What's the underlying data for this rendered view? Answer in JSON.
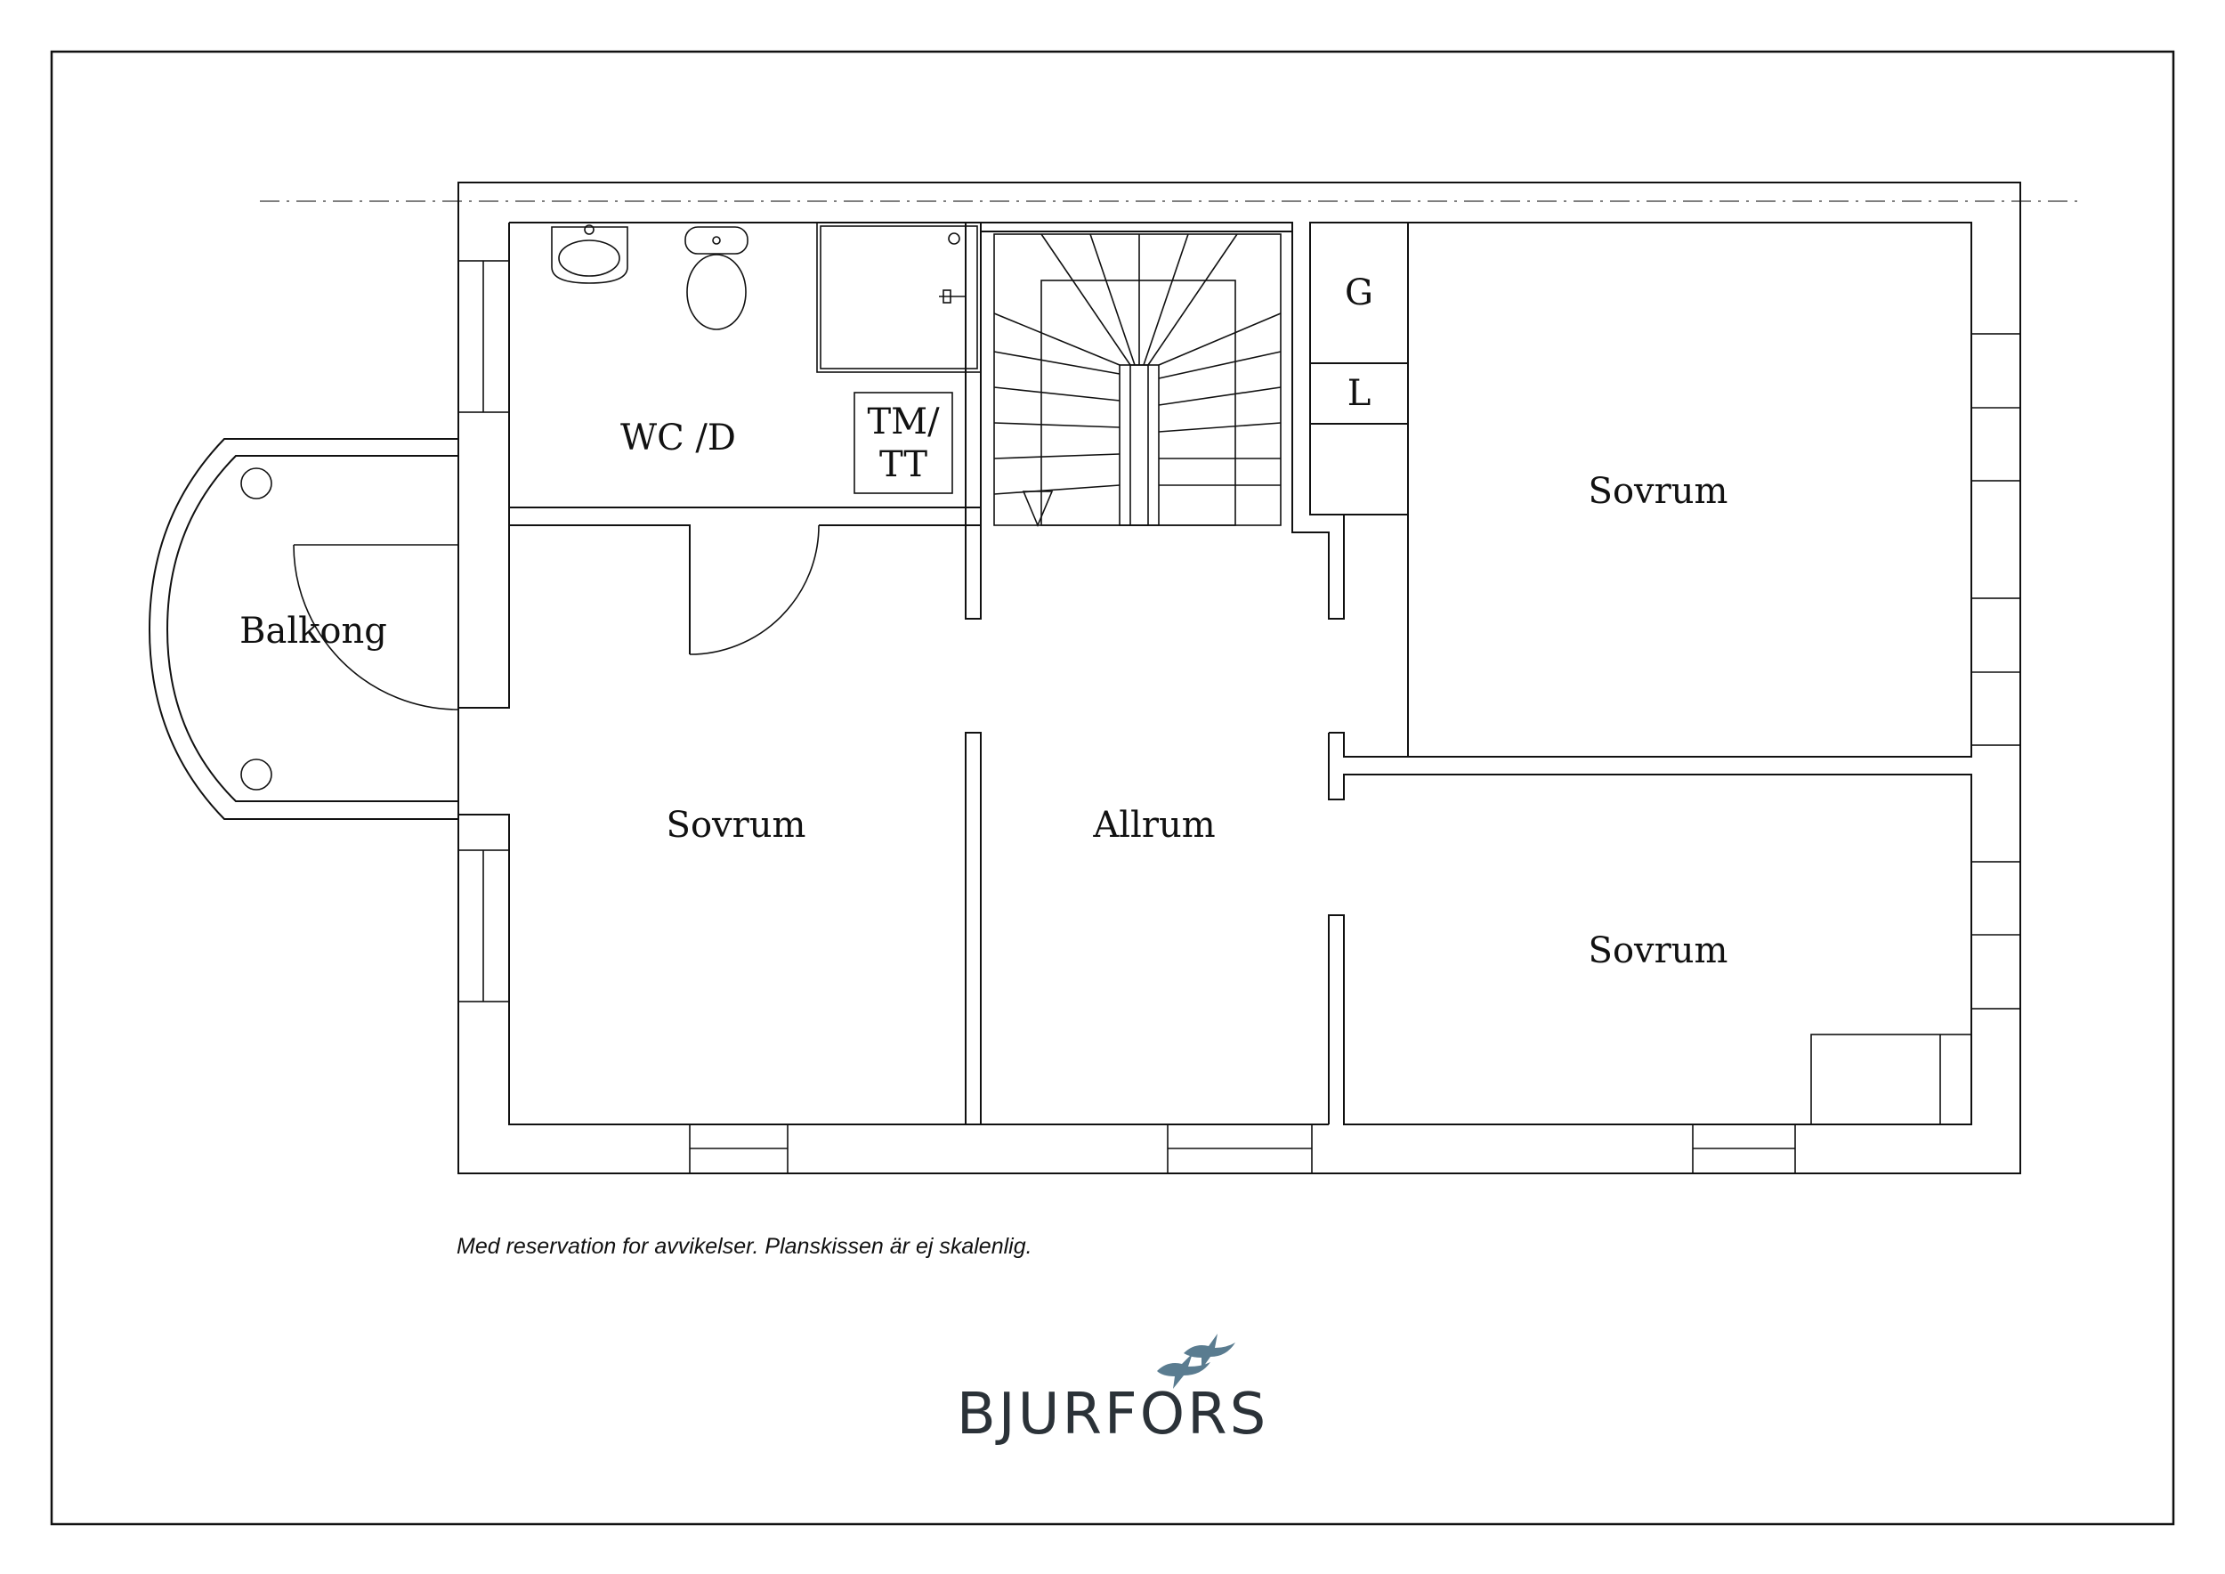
{
  "rooms": {
    "wc": "WC /D",
    "tm_tt": [
      "TM/",
      "TT"
    ],
    "balcony": "Balkong",
    "bedroom_left": "Sovrum",
    "family_room": "Allrum",
    "bedroom_top_right": "Sovrum",
    "bedroom_bottom_right": "Sovrum",
    "closet_g": "G",
    "closet_l": "L"
  },
  "disclaimer": "Med reservation for avvikelser. Planskissen är ej skalenlig.",
  "logo": {
    "text": "BJURFORS",
    "icon": "birds-icon",
    "color": "#5a7c90"
  },
  "colors": {
    "line": "#111111",
    "background": "#ffffff"
  }
}
